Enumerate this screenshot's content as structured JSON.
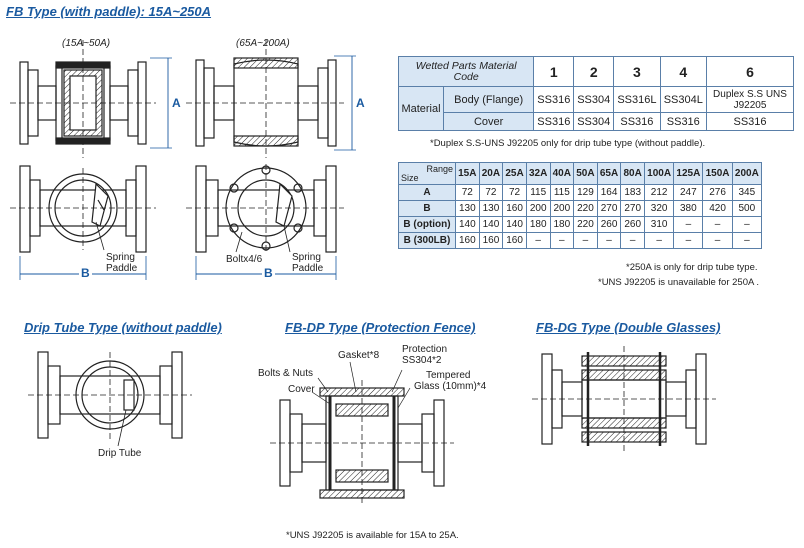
{
  "headings": {
    "fb": "FB Type (with paddle): 15A~250A",
    "drip": "Drip Tube Type (without paddle)",
    "dp": "FB-DP Type (Protection Fence)",
    "dg": "FB-DG Type (Double Glasses)"
  },
  "fb_labels": {
    "small_range": "(15A~50A)",
    "large_range": "(65A~200A)",
    "dim_a": "A",
    "dim_a2": "A",
    "dim_b": "B",
    "dim_b2": "B",
    "spring1": "Spring",
    "paddle1": "Paddle",
    "spring2": "Spring",
    "paddle2": "Paddle",
    "bolt": "Boltx4/6"
  },
  "drip_labels": {
    "drip_tube": "Drip Tube"
  },
  "dp_labels": {
    "gasket": "Gasket*8",
    "protection": "Protection",
    "ss304": "SS304*2",
    "bolts": "Bolts & Nuts",
    "tempered": "Tempered",
    "glass": "Glass (10mm)*4",
    "cover": "Cover"
  },
  "material_table": {
    "code_header": [
      "Wetted Parts Material",
      "Code"
    ],
    "codes": [
      "1",
      "2",
      "3",
      "4",
      "6"
    ],
    "material_label": "Material",
    "rows": [
      {
        "part": "Body (Flange)",
        "values": [
          "SS316",
          "SS304",
          "SS316L",
          "SS304L",
          "Duplex S.S UNS J92205"
        ]
      },
      {
        "part": "Cover",
        "values": [
          "SS316",
          "SS304",
          "SS316",
          "SS316",
          "SS316"
        ]
      }
    ],
    "note": "*Duplex S.S-UNS J92205 only for drip tube type (without paddle)."
  },
  "size_table": {
    "range_label": "Range",
    "size_label": "Size",
    "columns": [
      "15A",
      "20A",
      "25A",
      "32A",
      "40A",
      "50A",
      "65A",
      "80A",
      "100A",
      "125A",
      "150A",
      "200A"
    ],
    "rows": [
      {
        "label": "A",
        "values": [
          "72",
          "72",
          "72",
          "115",
          "115",
          "129",
          "164",
          "183",
          "212",
          "247",
          "276",
          "345"
        ]
      },
      {
        "label": "B",
        "values": [
          "130",
          "130",
          "160",
          "200",
          "200",
          "220",
          "270",
          "270",
          "320",
          "380",
          "420",
          "500"
        ]
      },
      {
        "label": "B (option)",
        "values": [
          "140",
          "140",
          "140",
          "180",
          "180",
          "220",
          "260",
          "260",
          "310",
          "–",
          "–",
          "–"
        ]
      },
      {
        "label": "B (300LB)",
        "values": [
          "160",
          "160",
          "160",
          "–",
          "–",
          "–",
          "–",
          "–",
          "–",
          "–",
          "–",
          "–"
        ]
      }
    ],
    "note1": "*250A is only for drip tube type.",
    "note2": "*UNS J92205 is unavailable for 250A ."
  },
  "bottom_note": "*UNS J92205 is available for 15A to 25A."
}
